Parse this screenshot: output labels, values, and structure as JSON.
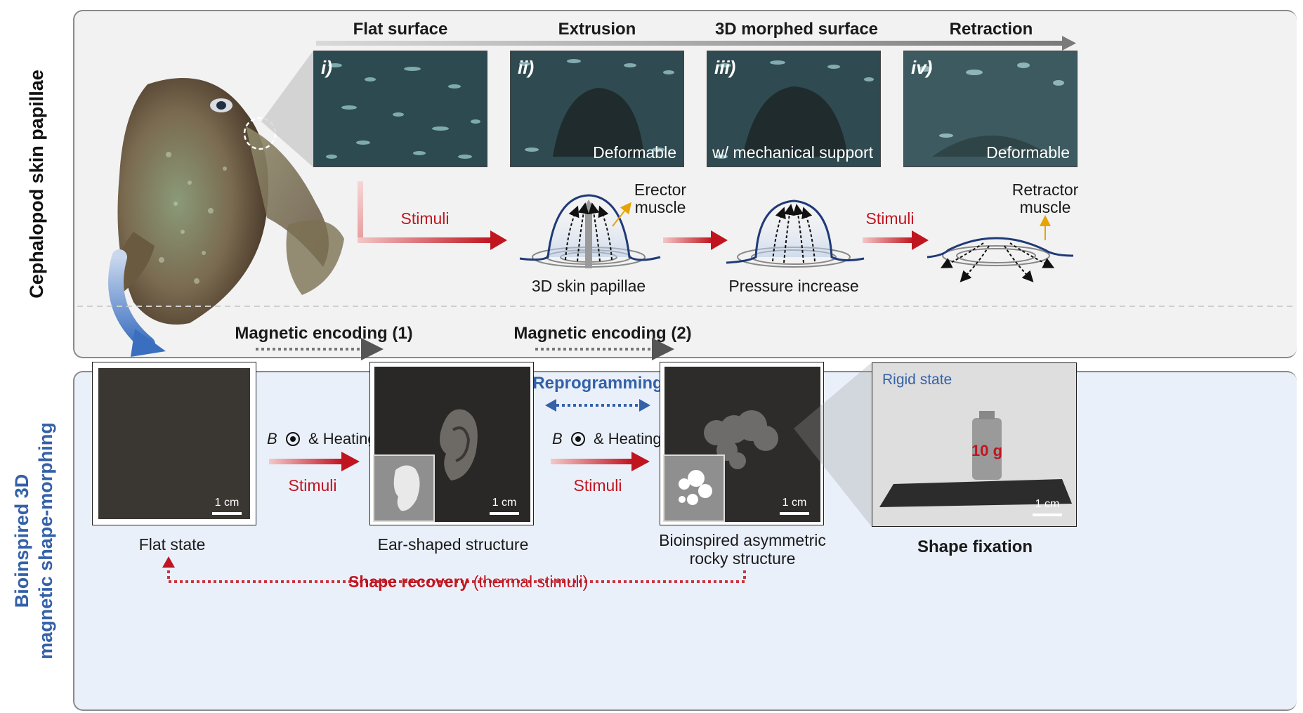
{
  "top": {
    "side_label": "Cephalopod skin papillae",
    "stages": [
      {
        "title": "Flat surface",
        "tag": "i)",
        "note": ""
      },
      {
        "title": "Extrusion",
        "tag": "ii)",
        "note": "Deformable"
      },
      {
        "title": "3D morphed surface",
        "tag": "iii)",
        "note": "w/ mechanical support"
      },
      {
        "title": "Retraction",
        "tag": "iv)",
        "note": "Deformable"
      }
    ],
    "stimuli_1": "Stimuli",
    "stimuli_2": "Stimuli",
    "erector_line1": "Erector",
    "erector_line2": "muscle",
    "retractor_line1": "Retractor",
    "retractor_line2": "muscle",
    "caption_papillae": "3D skin papillae",
    "caption_pressure": "Pressure increase"
  },
  "bottom": {
    "side_label_line1": "Bioinspired 3D",
    "side_label_line2": "magnetic shape-morphing",
    "encoding_1": "Magnetic encoding (1)",
    "encoding_2": "Magnetic encoding (2)",
    "reprogramming": "Reprogramming",
    "b_symbol": "B",
    "heating_1": "& Heating",
    "heating_2": "& Heating",
    "stimuli_1": "Stimuli",
    "stimuli_2": "Stimuli",
    "scale": "1 cm",
    "caption_flat": "Flat state",
    "caption_ear": "Ear-shaped structure",
    "caption_rocky_line1": "Bioinspired asymmetric",
    "caption_rocky_line2": "rocky structure",
    "rigid_state": "Rigid state",
    "weight": "10 g",
    "caption_fixation": "Shape fixation",
    "recovery_bold": "Shape recovery",
    "recovery_paren": "(thermal stimuli)"
  },
  "colors": {
    "stimuli_red": "#c0151f",
    "bio_blue": "#3461a8",
    "top_bg": "#f2f2f2",
    "bottom_bg": "#eaf0fa"
  }
}
